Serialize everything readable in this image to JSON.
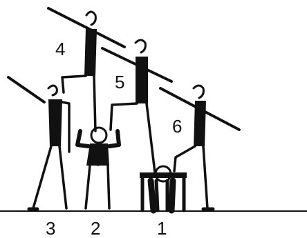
{
  "figure": {
    "labels": {
      "p1": "1",
      "p2": "2",
      "p3": "3",
      "p4": "4",
      "p5": "5",
      "p6": "6"
    },
    "colors": {
      "ink": "#111111",
      "background": "#ffffff"
    }
  }
}
